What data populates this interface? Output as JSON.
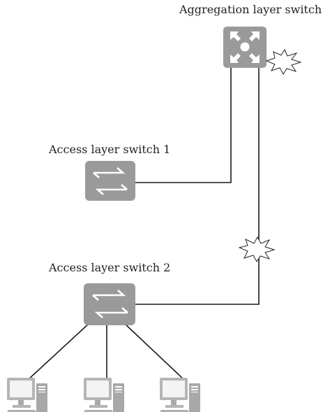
{
  "labels": {
    "aggregation_switch": "Aggregation layer switch",
    "access_switch_1": "Access layer switch 1",
    "access_switch_2": "Access layer switch 2"
  },
  "colors": {
    "device": "#9a9a9a",
    "line": "#1a1a1a",
    "glyph": "#ffffff",
    "fault": "#ffffff"
  },
  "icons": {
    "aggregation_switch": "aggregation-switch-icon",
    "access_switch": "access-switch-icon",
    "terminal": "desktop-computer-icon",
    "fault": "link-fault-burst-icon"
  }
}
